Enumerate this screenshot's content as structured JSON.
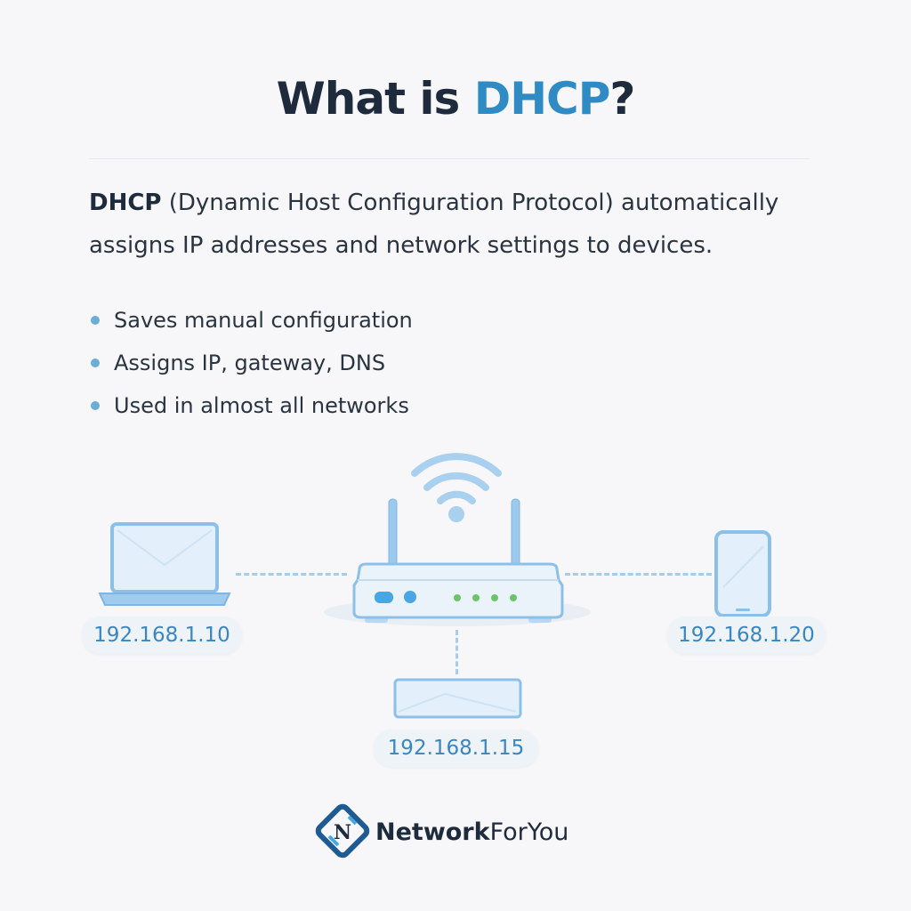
{
  "title": {
    "prefix": "What is ",
    "accent": "DHCP",
    "suffix": "?"
  },
  "description": {
    "term": "DHCP",
    "text": " (Dynamic Host Configuration Protocol) automatically assigns IP addresses and network settings to devices."
  },
  "bullets": [
    "Saves manual configuration",
    "Assigns IP, gateway, DNS",
    "Used in almost all networks"
  ],
  "devices": {
    "laptop": {
      "ip": "192.168.1.10"
    },
    "phone": {
      "ip": "192.168.1.20"
    },
    "desktop": {
      "ip": "192.168.1.15"
    }
  },
  "brand": {
    "bold": "Network",
    "regular": "ForYou",
    "logo_letter": "N"
  },
  "colors": {
    "accent": "#2f8bc4",
    "text": "#1e2b3c",
    "device": "#8cc0e8",
    "led": "#6cc46a"
  }
}
